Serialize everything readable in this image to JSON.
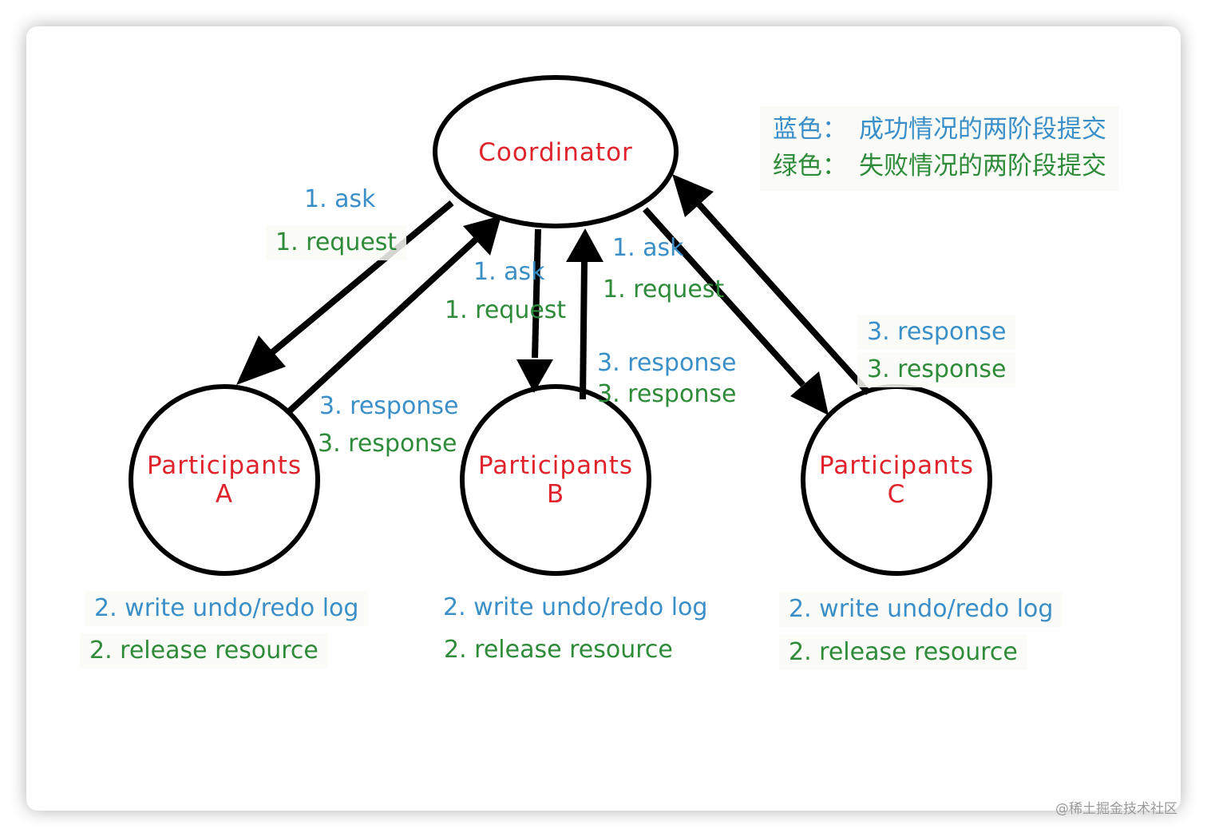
{
  "colors": {
    "blue": "#3a8fc8",
    "green": "#2e8b3a",
    "red": "#e0232b",
    "stroke": "#000000"
  },
  "nodes": {
    "coordinator": {
      "label": "Coordinator"
    },
    "participant_a": {
      "line1": "Participants",
      "line2": "A"
    },
    "participant_b": {
      "line1": "Participants",
      "line2": "B"
    },
    "participant_c": {
      "line1": "Participants",
      "line2": "C"
    }
  },
  "legend": {
    "blue_key": "蓝色：",
    "blue_text": "成功情况的两阶段提交",
    "green_key": "绿色：",
    "green_text": "失败情况的两阶段提交"
  },
  "labels": {
    "a_ask": "1. ask",
    "a_request": "1. request",
    "a_response_blue": "3. response",
    "a_response_green": "3. response",
    "b_ask": "1. ask",
    "b_request": "1. request",
    "b_response_blue": "3. response",
    "b_response_green": "3. response",
    "c_ask": "1. ask",
    "c_request": "1. request",
    "c_response_blue": "3. response",
    "c_response_green": "3. response"
  },
  "steps": {
    "a_write": "2. write undo/redo log",
    "a_release": "2. release resource",
    "b_write": "2. write undo/redo log",
    "b_release": "2. release resource",
    "c_write": "2. write undo/redo log",
    "c_release": "2. release resource"
  },
  "watermark": "@稀土掘金技术社区"
}
